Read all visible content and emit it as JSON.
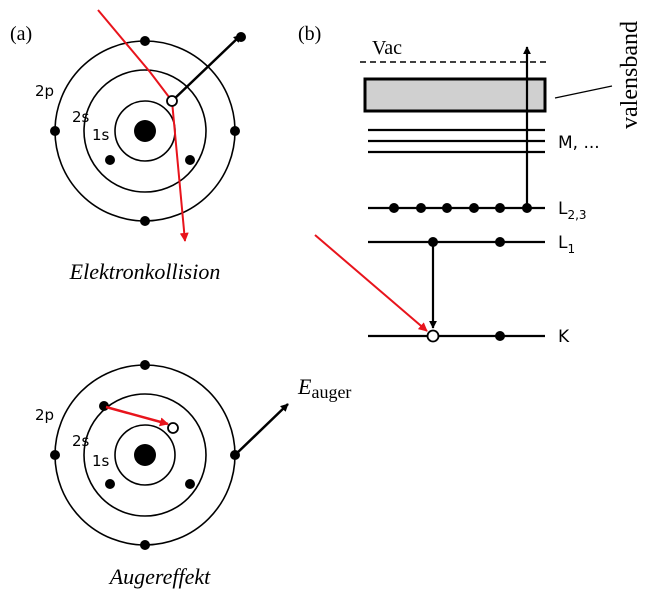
{
  "panel_a": {
    "label": "(a)",
    "shells": {
      "s1": "1s",
      "s2": "2s",
      "p2": "2p"
    },
    "top_caption": "Elektronkollision",
    "bottom_caption": "Augereffekt",
    "energy_symbol": "E",
    "energy_subscript": "auger"
  },
  "panel_b": {
    "label": "(b)",
    "vac": "Vac",
    "valence": "valensband",
    "m_shell": "M, ...",
    "l23_main": "L",
    "l23_sub": "2,3",
    "l1_main": "L",
    "l1_sub": "1",
    "k": "K"
  },
  "colors": {
    "ink": "#000000",
    "incident": "#e8141c",
    "band_fill": "#d0d0d0"
  }
}
